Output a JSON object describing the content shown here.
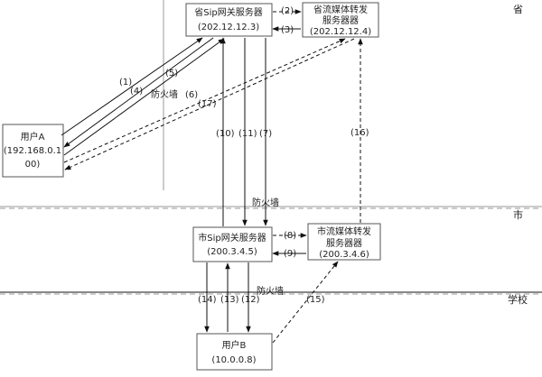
{
  "regions": {
    "province": "省",
    "city": "市",
    "school": "学校"
  },
  "firewall_label": "防火墙",
  "nodes": {
    "prov_sip": {
      "name": "省Sip网关服务器",
      "ip": "(202.12.12.3)"
    },
    "prov_media": {
      "name1": "省流媒体转发",
      "name2": "服务器器",
      "ip": "(202.12.12.4)"
    },
    "city_sip": {
      "name": "市Sip网关服务器",
      "ip": "(200.3.4.5)"
    },
    "city_media": {
      "name1": "市流媒体转发",
      "name2": "服务器器",
      "ip": "(200.3.4.6)"
    },
    "user_a": {
      "name": "用户A",
      "ip1": "(192.168.0.1",
      "ip2": "00)"
    },
    "user_b": {
      "name": "用户B",
      "ip": "(10.0.0.8)"
    }
  },
  "steps": {
    "s1": "(1)",
    "s2": "(2)",
    "s3": "(3)",
    "s4": "(4)",
    "s5": "(5)",
    "s6": "(6)",
    "s7": "(7)",
    "s8": "(8)",
    "s9": "(9)",
    "s10": "(10)",
    "s11": "(11)",
    "s12": "(12)",
    "s13": "(13)",
    "s14": "(14)",
    "s15": "(15)",
    "s16": "(16)",
    "s17": "(17)"
  }
}
